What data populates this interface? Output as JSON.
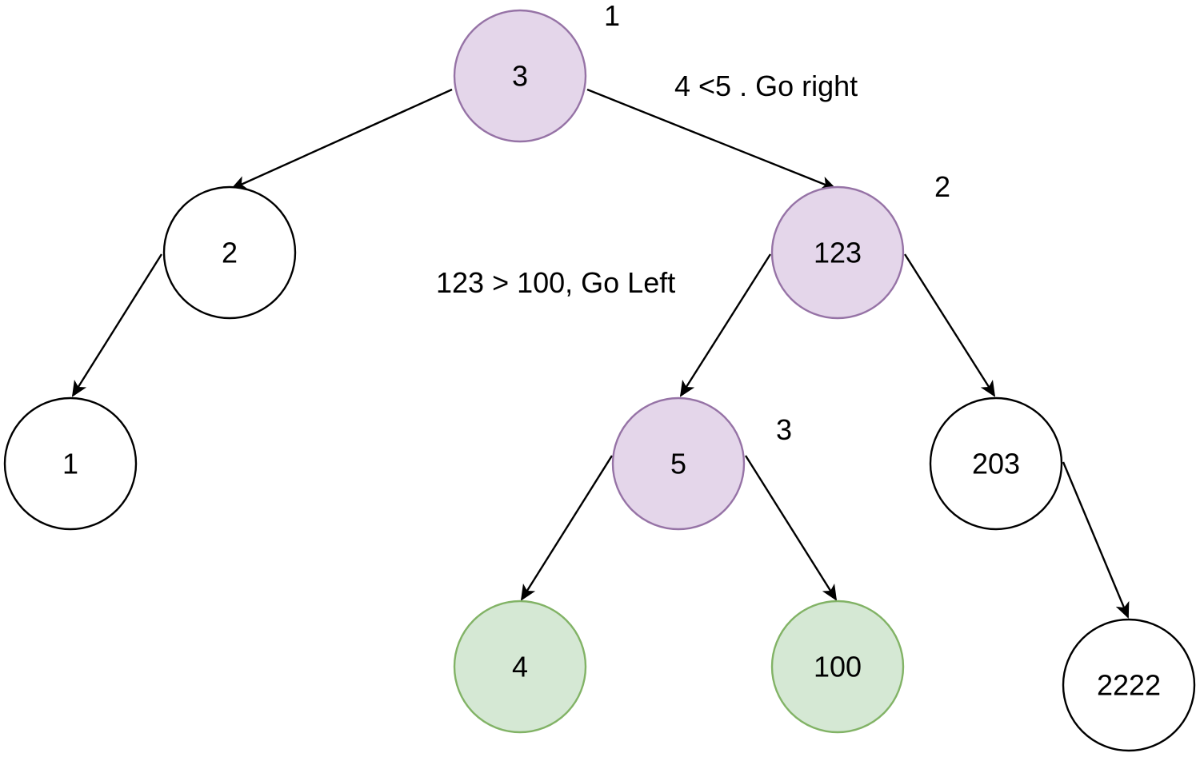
{
  "colors": {
    "default_fill": "#ffffff",
    "default_stroke": "#000000",
    "path_fill": "#e4d6ea",
    "path_stroke": "#9673a6",
    "found_fill": "#d5e8d4",
    "found_stroke": "#82b366"
  },
  "nodes": [
    {
      "id": "n3",
      "label": "3",
      "style": "path"
    },
    {
      "id": "n2",
      "label": "2",
      "style": "default"
    },
    {
      "id": "n123",
      "label": "123",
      "style": "path"
    },
    {
      "id": "n1",
      "label": "1",
      "style": "default"
    },
    {
      "id": "n5",
      "label": "5",
      "style": "path"
    },
    {
      "id": "n203",
      "label": "203",
      "style": "default"
    },
    {
      "id": "n4",
      "label": "4",
      "style": "found"
    },
    {
      "id": "n100",
      "label": "100",
      "style": "found"
    },
    {
      "id": "n2222",
      "label": "2222",
      "style": "default"
    }
  ],
  "edges": [
    {
      "from": "n3",
      "to": "n2"
    },
    {
      "from": "n3",
      "to": "n123"
    },
    {
      "from": "n2",
      "to": "n1"
    },
    {
      "from": "n123",
      "to": "n5"
    },
    {
      "from": "n123",
      "to": "n203"
    },
    {
      "from": "n5",
      "to": "n4"
    },
    {
      "from": "n5",
      "to": "n100"
    },
    {
      "from": "n203",
      "to": "n2222"
    }
  ],
  "annotations": {
    "step_1": "1",
    "step_2": "2",
    "step_3": "3",
    "note_right": "4 <5 . Go right",
    "note_left": "123 > 100, Go Left"
  }
}
